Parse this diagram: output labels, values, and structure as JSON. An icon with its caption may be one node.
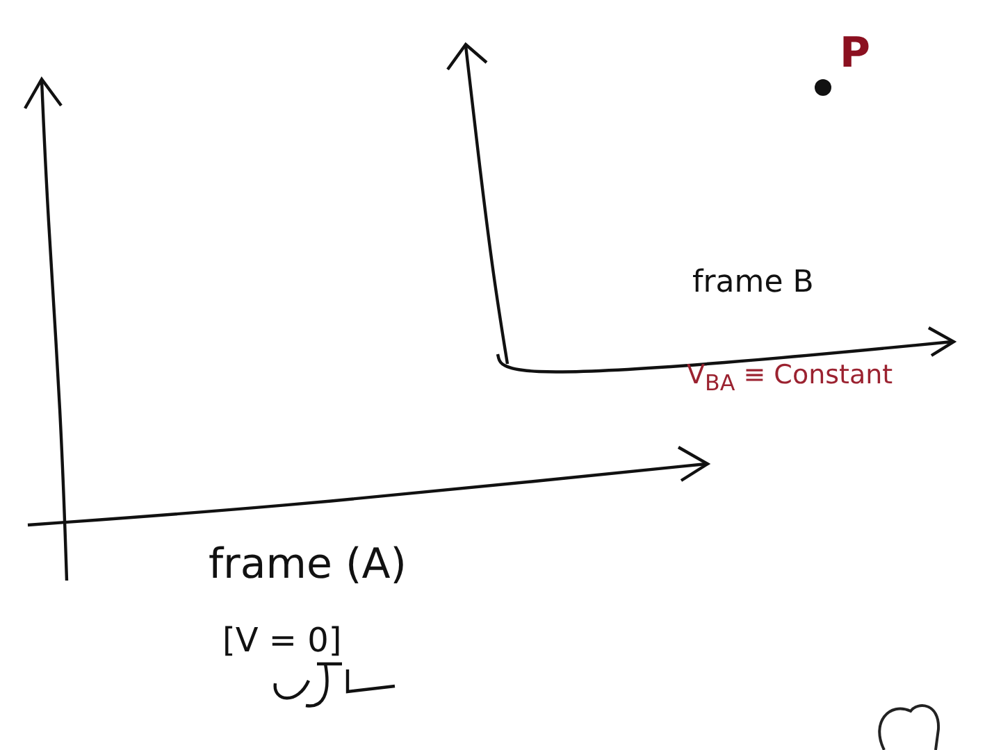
{
  "diagram": {
    "labels": [
      "P",
      "frame B",
      "V$_{BA}$ ≡ Constant",
      "frame (A)",
      "[V = 0]"
    ]
  }
}
